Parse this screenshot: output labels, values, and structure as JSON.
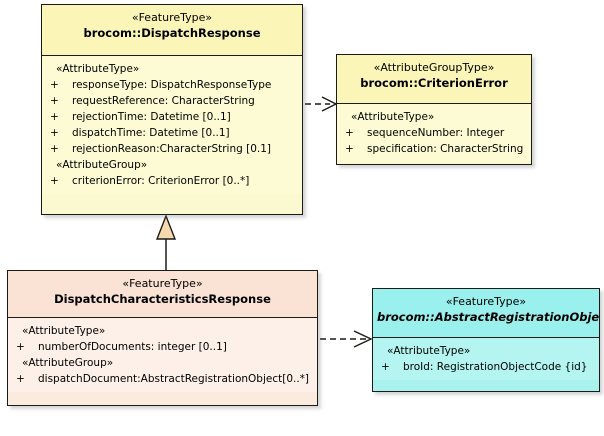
{
  "diagram": {
    "title": "UML class diagram",
    "colors": {
      "yellow_fill": "#fdfbd4",
      "peach_fill": "#fdf0e8",
      "cyan_fill": "#b4f5f1",
      "border": "#1a1a16",
      "generalization_fill": "#f7d9b0",
      "background": "#ffffff"
    }
  },
  "classes": {
    "dispatch_response": {
      "stereotype": "«FeatureType»",
      "name": "brocom::DispatchResponse",
      "compartments": [
        {
          "label": "«AttributeType»",
          "attributes": [
            {
              "visibility": "+",
              "text": "responseType: DispatchResponseType"
            },
            {
              "visibility": "+",
              "text": "requestReference: CharacterString"
            },
            {
              "visibility": "+",
              "text": "rejectionTime: Datetime [0..1]"
            },
            {
              "visibility": "+",
              "text": "dispatchTime: Datetime [0..1]"
            },
            {
              "visibility": "+",
              "text": "rejectionReason:CharacterString [0.1]"
            }
          ]
        },
        {
          "label": "«AttributeGroup»",
          "attributes": [
            {
              "visibility": "+",
              "text": "criterionError: CriterionError [0..*]"
            }
          ]
        }
      ]
    },
    "criterion_error": {
      "stereotype": "«AttributeGroupType»",
      "name": "brocom::CriterionError",
      "compartments": [
        {
          "label": "«AttributeType»",
          "attributes": [
            {
              "visibility": "+",
              "text": "sequenceNumber: Integer"
            },
            {
              "visibility": "+",
              "text": "specification: CharacterString"
            }
          ]
        }
      ]
    },
    "dispatch_characteristics_response": {
      "stereotype": "«FeatureType»",
      "name": "DispatchCharacteristicsResponse",
      "compartments": [
        {
          "label": "«AttributeType»",
          "attributes": [
            {
              "visibility": "+",
              "text": "numberOfDocuments: integer [0..1]"
            }
          ]
        },
        {
          "label": "«AttributeGroup»",
          "attributes": [
            {
              "visibility": "+",
              "text": "dispatchDocument:AbstractRegistrationObject[0..*]"
            }
          ]
        }
      ]
    },
    "abstract_registration_object": {
      "stereotype": "«FeatureType»",
      "name": "brocom::AbstractRegistrationObject",
      "abstract": true,
      "compartments": [
        {
          "label": "«AttributeType»",
          "attributes": [
            {
              "visibility": "+",
              "text": "broId: RegistrationObjectCode {id}"
            }
          ]
        }
      ]
    }
  },
  "relationships": [
    {
      "kind": "dependency",
      "style": "dashed-open-arrow",
      "from": "dispatch_response",
      "to": "criterion_error"
    },
    {
      "kind": "generalization",
      "style": "solid-hollow-triangle",
      "from": "dispatch_characteristics_response",
      "to": "dispatch_response"
    },
    {
      "kind": "dependency",
      "style": "dashed-open-arrow",
      "from": "dispatch_characteristics_response",
      "to": "abstract_registration_object"
    }
  ]
}
